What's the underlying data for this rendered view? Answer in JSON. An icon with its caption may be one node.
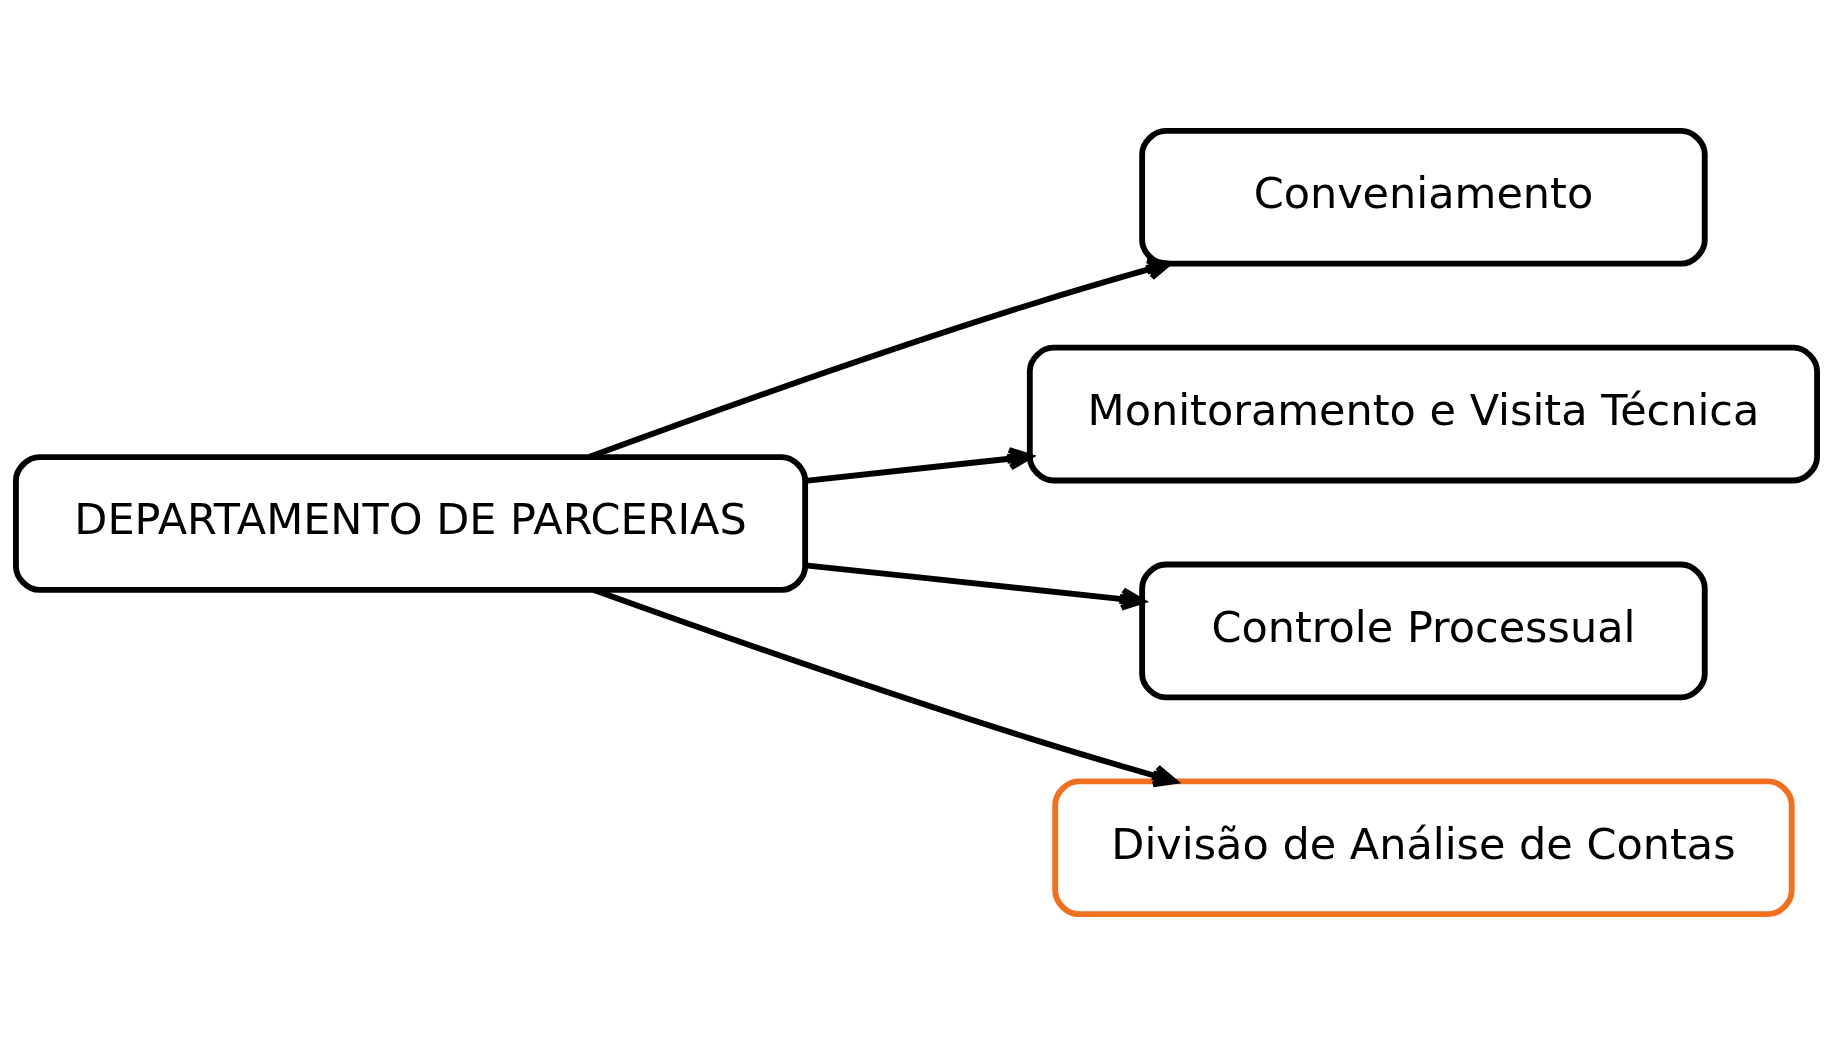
{
  "diagram": {
    "nodes": [
      {
        "text": [
          "DEPARTAMENTO DE PARCERIAS"
        ]
      },
      {
        "text": [
          "Conveniamento"
        ]
      },
      {
        "text": [
          "Monitoramento e Visita Técnica"
        ]
      },
      {
        "text": [
          "Controle Processual"
        ]
      },
      {
        "text": [
          "Divisão de Análise de Contas"
        ]
      }
    ],
    "edges": [
      {
        "from": 0,
        "to": 1,
        "arrow": "to"
      },
      {
        "from": 0,
        "to": 2,
        "arrow": "to"
      },
      {
        "from": 0,
        "to": 3,
        "arrow": "to"
      },
      {
        "from": 0,
        "to": 4,
        "arrow": "to"
      }
    ]
  }
}
